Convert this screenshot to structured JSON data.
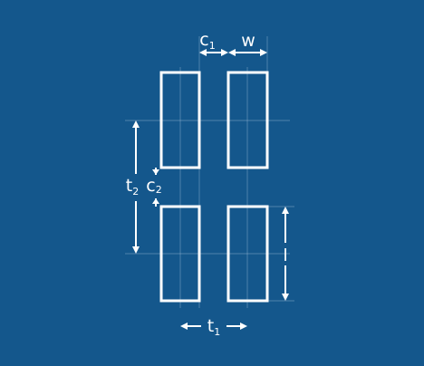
{
  "diagram": {
    "labels": {
      "c1": {
        "main": "c",
        "sub": "1"
      },
      "w": {
        "main": "w"
      },
      "t2": {
        "main": "t",
        "sub": "2"
      },
      "c2": {
        "main": "c",
        "sub": "2"
      },
      "l": {
        "main": "l"
      },
      "t1": {
        "main": "t",
        "sub": "1"
      }
    },
    "colors": {
      "background": "#14578c",
      "stroke": "#ffffff",
      "guide": "#a8c3dc"
    }
  }
}
